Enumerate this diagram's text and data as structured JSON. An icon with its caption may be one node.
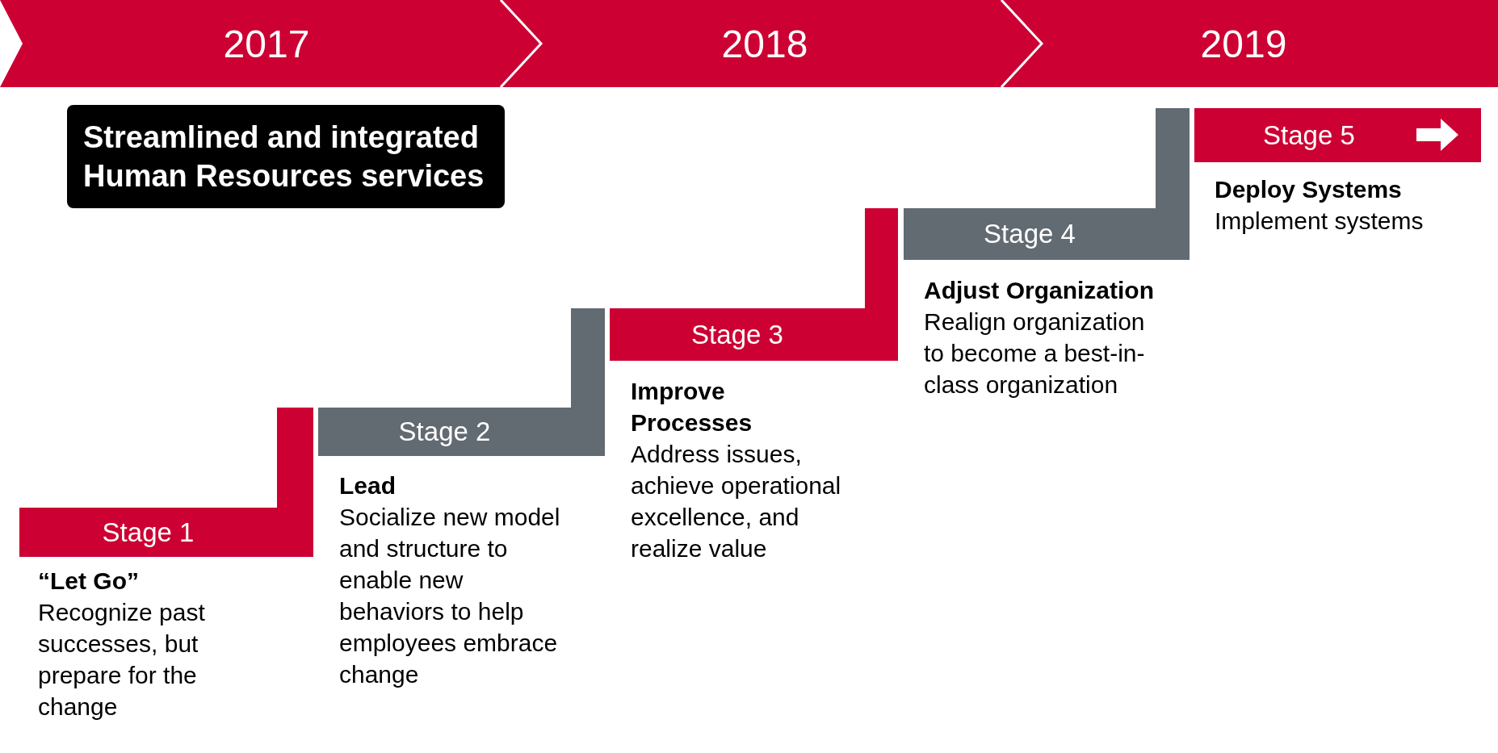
{
  "diagram": {
    "nodes": [
      {
        "text": [
          "2017"
        ]
      },
      {
        "text": [
          "2018"
        ]
      },
      {
        "text": [
          "2019"
        ]
      },
      {
        "text": [
          "Streamlined and integrated Human Resources services"
        ]
      },
      {
        "text": [
          "Stage 1"
        ],
        "beside": [
          "“Let Go”",
          "Recognize past successes, but prepare for the change"
        ]
      },
      {
        "text": [
          "Stage 2"
        ],
        "beside": [
          "Lead",
          "Socialize new model and structure to enable new behaviors to help employees embrace change"
        ]
      },
      {
        "text": [
          "Stage 3"
        ],
        "beside": [
          "Improve Processes",
          "Address issues, achieve operational excellence, and realize value"
        ]
      },
      {
        "text": [
          "Stage 4"
        ],
        "beside": [
          "Adjust Organization",
          "Realign organization to become a best-in-class organization"
        ]
      },
      {
        "text": [
          "Stage 5"
        ],
        "beside": [
          "Deploy Systems",
          "Implement systems"
        ]
      }
    ],
    "edges": []
  }
}
